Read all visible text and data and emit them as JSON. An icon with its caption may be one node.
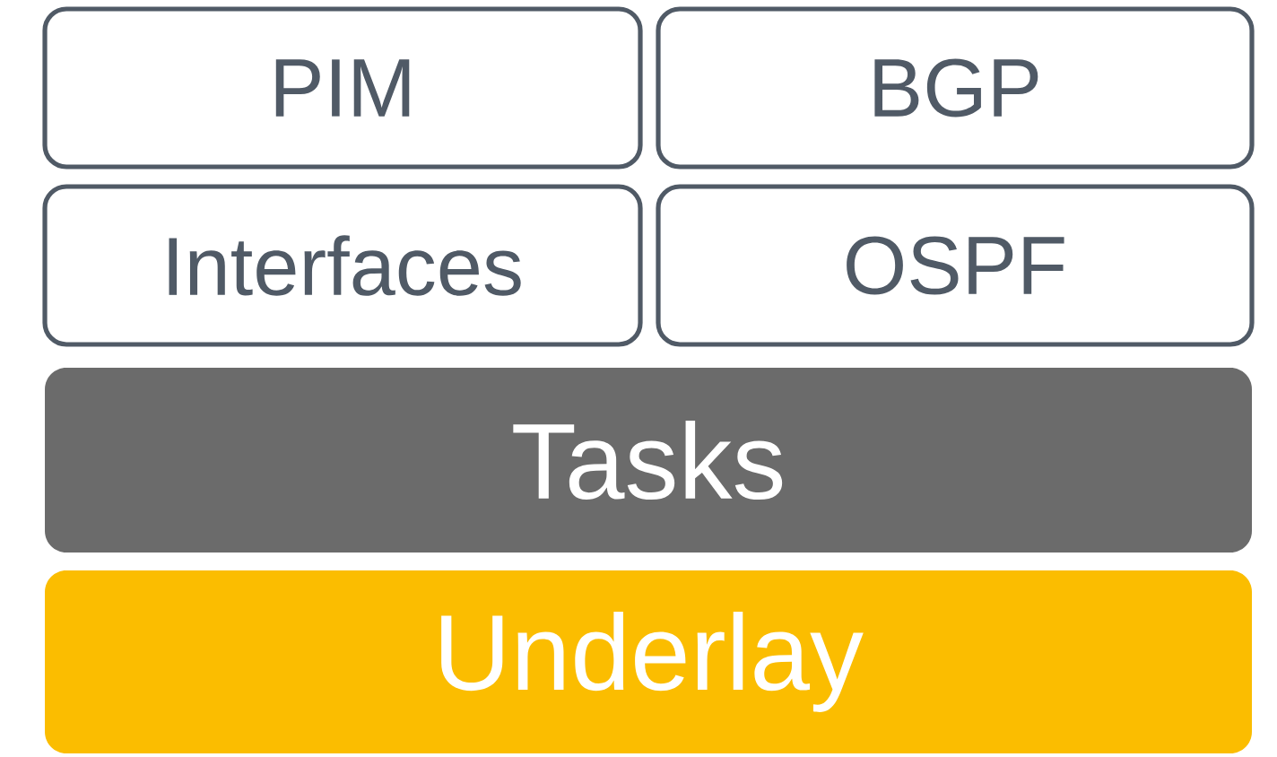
{
  "diagram": {
    "nodes": [
      {
        "text": [
          "PIM"
        ]
      },
      {
        "text": [
          "BGP"
        ]
      },
      {
        "text": [
          "Interfaces"
        ]
      },
      {
        "text": [
          "OSPF"
        ]
      },
      {
        "text": [
          "Tasks"
        ]
      },
      {
        "text": [
          "Underlay"
        ]
      }
    ]
  }
}
